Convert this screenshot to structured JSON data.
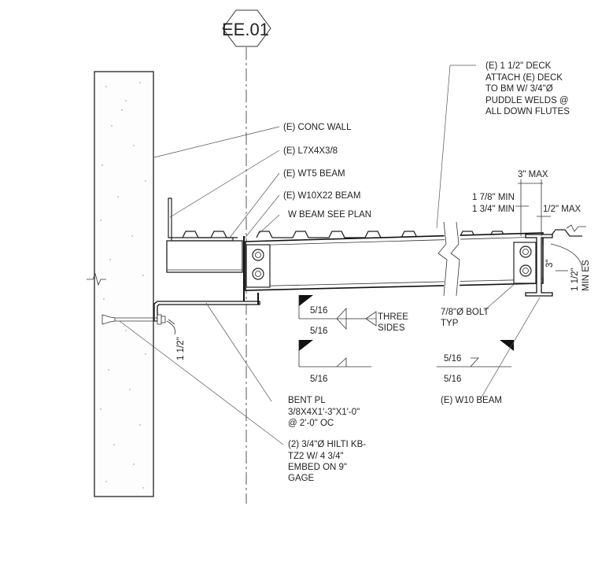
{
  "grid_bubble": {
    "label": "EE.01"
  },
  "labels": {
    "conc_wall": "(E) CONC WALL",
    "angle": "(E) L7X4X3/8",
    "wt5": "(E) WT5 BEAM",
    "w10x22": "(E) W10X22 BEAM",
    "w_beam": "W BEAM SEE PLAN",
    "deck": [
      "(E) 1 1/2\" DECK",
      "ATTACH (E) DECK",
      "TO BM W/ 3/4\"Ø",
      "PUDDLE WELDS @",
      "ALL DOWN FLUTES"
    ],
    "max3": "3\" MAX",
    "min178": "1 7/8\" MIN",
    "min134": "1 3/4\" MIN",
    "max12": "1/2\" MAX",
    "dim3": "3\"",
    "min_es": [
      "1 1/2\"",
      "MIN ES"
    ],
    "weld1_top": "5/16",
    "weld1_bot": "5/16",
    "three_sides": [
      "THREE",
      "SIDES"
    ],
    "weld2": "5/16",
    "bolt": [
      "7/8\"Ø BOLT",
      "TYP"
    ],
    "weld3_top": "5/16",
    "weld3_bot": "5/16",
    "w10": "(E) W10 BEAM",
    "bent_pl": [
      "BENT PL",
      "3/8X4X1'-3\"X1'-0\"",
      "@ 2'-0\" OC"
    ],
    "hilti": [
      "(2) 3/4\"Ø HILTI KB-",
      "TZ2 W/ 4 3/4\"",
      "EMBED ON 9\"",
      "GAGE"
    ],
    "dim112": "1 1/2\""
  }
}
